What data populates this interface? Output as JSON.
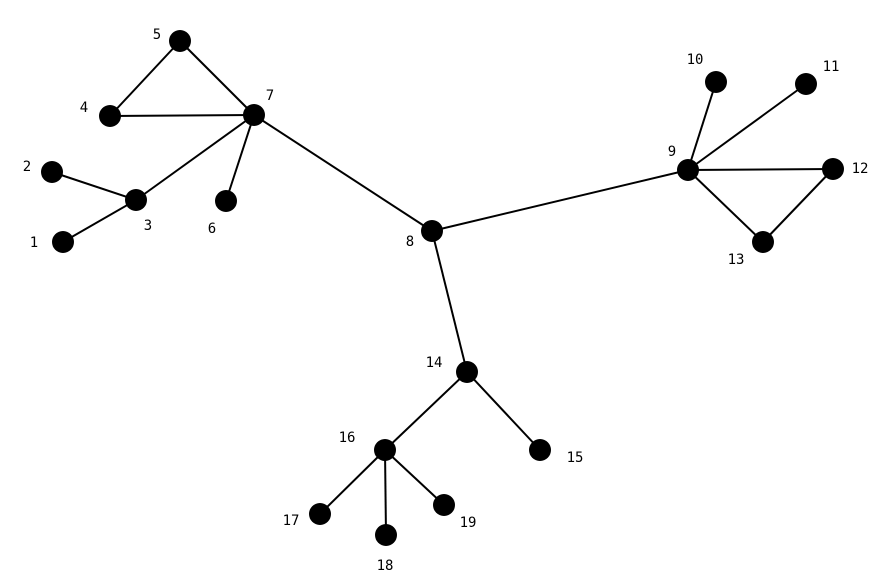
{
  "graph": {
    "node_color": "#000000",
    "edge_color": "#000000",
    "background": "#ffffff",
    "nodes": [
      {
        "id": 1,
        "label": "1"
      },
      {
        "id": 2,
        "label": "2"
      },
      {
        "id": 3,
        "label": "3"
      },
      {
        "id": 4,
        "label": "4"
      },
      {
        "id": 5,
        "label": "5"
      },
      {
        "id": 6,
        "label": "6"
      },
      {
        "id": 7,
        "label": "7"
      },
      {
        "id": 8,
        "label": "8"
      },
      {
        "id": 9,
        "label": "9"
      },
      {
        "id": 10,
        "label": "10"
      },
      {
        "id": 11,
        "label": "11"
      },
      {
        "id": 12,
        "label": "12"
      },
      {
        "id": 13,
        "label": "13"
      },
      {
        "id": 14,
        "label": "14"
      },
      {
        "id": 15,
        "label": "15"
      },
      {
        "id": 16,
        "label": "16"
      },
      {
        "id": 17,
        "label": "17"
      },
      {
        "id": 18,
        "label": "18"
      },
      {
        "id": 19,
        "label": "19"
      }
    ],
    "edges": [
      [
        1,
        3
      ],
      [
        2,
        3
      ],
      [
        3,
        7
      ],
      [
        4,
        5
      ],
      [
        4,
        7
      ],
      [
        5,
        7
      ],
      [
        6,
        7
      ],
      [
        7,
        8
      ],
      [
        8,
        9
      ],
      [
        8,
        14
      ],
      [
        9,
        10
      ],
      [
        9,
        11
      ],
      [
        9,
        12
      ],
      [
        9,
        13
      ],
      [
        12,
        13
      ],
      [
        14,
        15
      ],
      [
        14,
        16
      ],
      [
        16,
        17
      ],
      [
        16,
        18
      ],
      [
        16,
        19
      ]
    ]
  }
}
